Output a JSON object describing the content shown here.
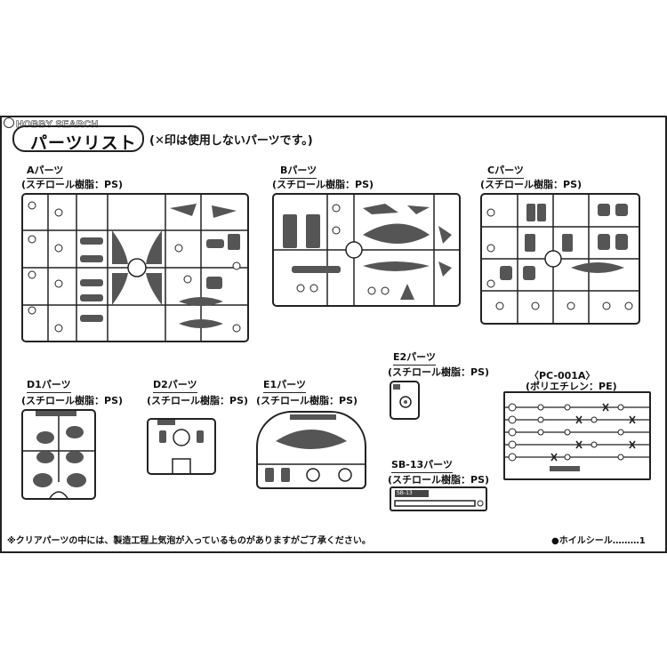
{
  "watermark": "HOBBY SEARCH",
  "header": {
    "title": "パーツリスト",
    "note": "(✕印は使用しないパーツです。)"
  },
  "parts": {
    "A": {
      "label": "Aパーツ",
      "material": "(スチロール樹脂：PS)"
    },
    "B": {
      "label": "Bパーツ",
      "material": "(スチロール樹脂：PS)"
    },
    "C": {
      "label": "Cパーツ",
      "material": "(スチロール樹脂：PS)"
    },
    "D1": {
      "label": "D1パーツ",
      "material": "(スチロール樹脂：PS)"
    },
    "D2": {
      "label": "D2パーツ",
      "material": "(スチロール樹脂：PS)"
    },
    "E1": {
      "label": "E1パーツ",
      "material": "(スチロール樹脂：PS)"
    },
    "E2": {
      "label": "E2パーツ",
      "material": "(スチロール樹脂：PS)"
    },
    "SB13": {
      "label": "SB-13パーツ",
      "material": "(スチロール樹脂：PS)",
      "tag": "SB-13"
    },
    "PC": {
      "label": "〈PC-001A〉",
      "material": "(ポリエチレン：PE)"
    }
  },
  "footer": {
    "note": "※クリアパーツの中には、製造工程上気泡が入っているものがありますがご了承ください。",
    "seal": "●ホイルシール………1"
  }
}
